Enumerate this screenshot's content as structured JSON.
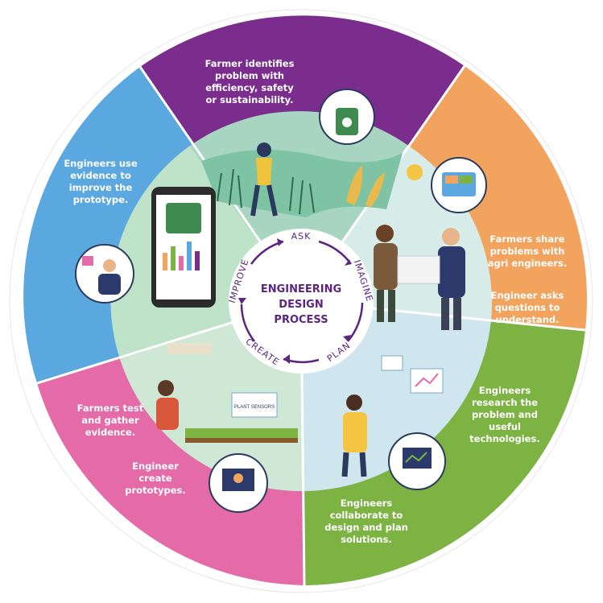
{
  "diagram": {
    "center_title": [
      "ENGINEERING",
      "DESIGN",
      "PROCESS"
    ],
    "stages": {
      "ask": "ASK",
      "imagine": "IMAGINE",
      "plan": "PLAN",
      "create": "CREATE",
      "improve": "IMPROVE"
    },
    "segments": {
      "ask": {
        "color": "#7b2d8e",
        "lines": [
          "Farmer identifies",
          "problem with",
          "efficiency, safety",
          "or sustainability."
        ]
      },
      "imagine": {
        "color": "#f2a35e",
        "lines_a": [
          "Farmers share",
          "problems with",
          "agri engineers."
        ],
        "lines_b": [
          "Engineer asks",
          "questions to",
          "understand."
        ]
      },
      "plan": {
        "color": "#7cb342",
        "lines_a": [
          "Engineers",
          "research the",
          "problem and",
          "useful",
          "technologies."
        ],
        "lines_b": [
          "Engineers",
          "collaborate to",
          "design and plan",
          "solutions."
        ]
      },
      "create": {
        "color": "#e46aa8",
        "lines_a": [
          "Farmers test",
          "and gather",
          "evidence."
        ],
        "lines_b": [
          "Engineer",
          "create",
          "prototypes."
        ]
      },
      "improve": {
        "color": "#5ba8e0",
        "lines": [
          "Engineers use",
          "evidence to",
          "improve the",
          "prototype."
        ]
      }
    },
    "illustration_labels": {
      "plant_sensors": "PLANT SENSORS"
    }
  }
}
